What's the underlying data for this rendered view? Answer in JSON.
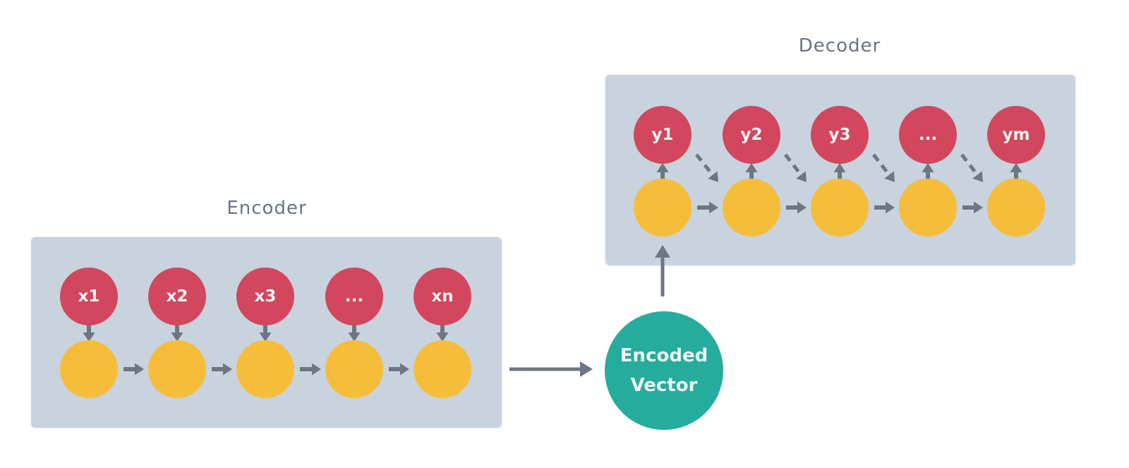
{
  "colors": {
    "panel": "#c8d3de",
    "io_node": "#d2475e",
    "hidden_node": "#f5bd3a",
    "vector_node": "#25ac9c",
    "arrow": "#6e7681",
    "title_text": "#6b7380"
  },
  "encoder": {
    "title": "Encoder",
    "inputs": [
      "x1",
      "x2",
      "x3",
      "...",
      "xn"
    ]
  },
  "decoder": {
    "title": "Decoder",
    "outputs": [
      "y1",
      "y2",
      "y3",
      "...",
      "ym"
    ]
  },
  "encoded_vector": {
    "line1": "Encoded",
    "line2": "Vector"
  }
}
